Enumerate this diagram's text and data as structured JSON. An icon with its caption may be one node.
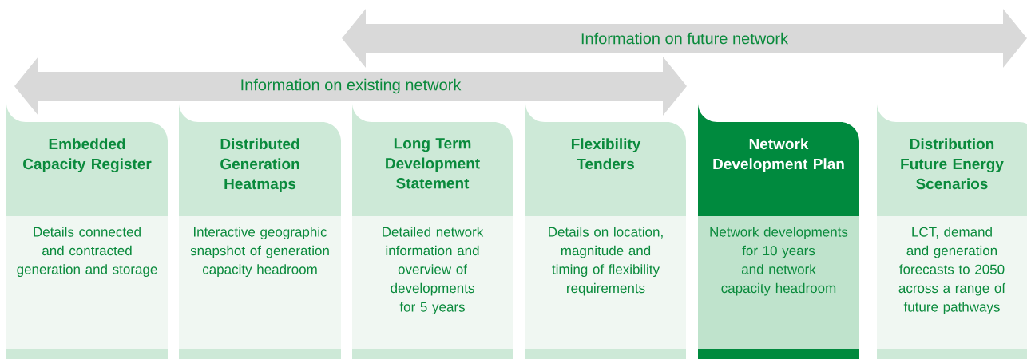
{
  "diagram": {
    "nodes": [
      {
        "text": [
          "Embedded Capacity Register",
          "Details connected and contracted generation and storage"
        ]
      },
      {
        "text": [
          "Distributed Generation Heatmaps",
          "Interactive geographic snapshot of generation capacity headroom"
        ]
      },
      {
        "text": [
          "Long Term Development Statement",
          "Detailed network information and overview of developments for 5 years"
        ]
      },
      {
        "text": [
          "Flexibility Tenders",
          "Details on location, magnitude and timing of flexibility requirements"
        ]
      },
      {
        "text": [
          "Network Development Plan",
          "Network developments for 10 years and network capacity headroom"
        ]
      },
      {
        "text": [
          "Distribution Future Energy Scenarios",
          "LCT, demand and generation forecasts to 2050 across a range of future pathways"
        ]
      }
    ],
    "labels": [
      "Information on future network",
      "Information on existing network"
    ]
  }
}
